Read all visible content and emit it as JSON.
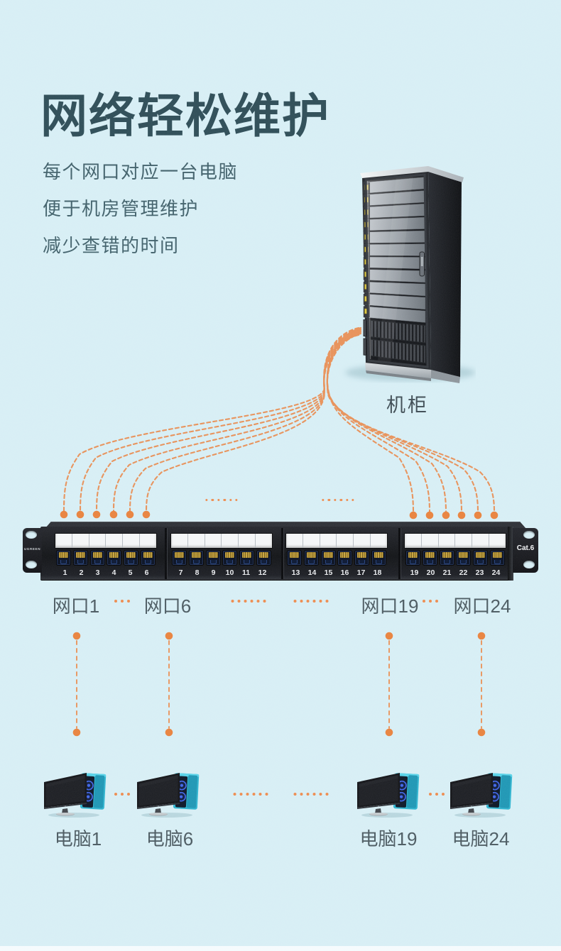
{
  "page": {
    "background": "#d7eef5"
  },
  "header": {
    "title": "网络轻松维护",
    "subtitle_lines": [
      "每个网口对应一台电脑",
      "便于机房管理维护",
      "减少查错的时间"
    ]
  },
  "rack": {
    "label": "机柜"
  },
  "panel": {
    "brand": "UGREEN",
    "category_label": "Cat.6",
    "ports": [
      "1",
      "2",
      "3",
      "4",
      "5",
      "6",
      "7",
      "8",
      "9",
      "10",
      "11",
      "12",
      "13",
      "14",
      "15",
      "16",
      "17",
      "18",
      "19",
      "20",
      "21",
      "22",
      "23",
      "24"
    ]
  },
  "port_labels": {
    "p1": "网口1",
    "p6": "网口6",
    "p19": "网口19",
    "p24": "网口24"
  },
  "computer_labels": {
    "c1": "电脑1",
    "c6": "电脑6",
    "c19": "电脑19",
    "c24": "电脑24"
  },
  "colors": {
    "accent_orange": "#ed8b4e",
    "title_text": "#2d4c56",
    "body_text": "#40606a",
    "label_text": "#4b5a61",
    "panel_black": "#17191e"
  }
}
